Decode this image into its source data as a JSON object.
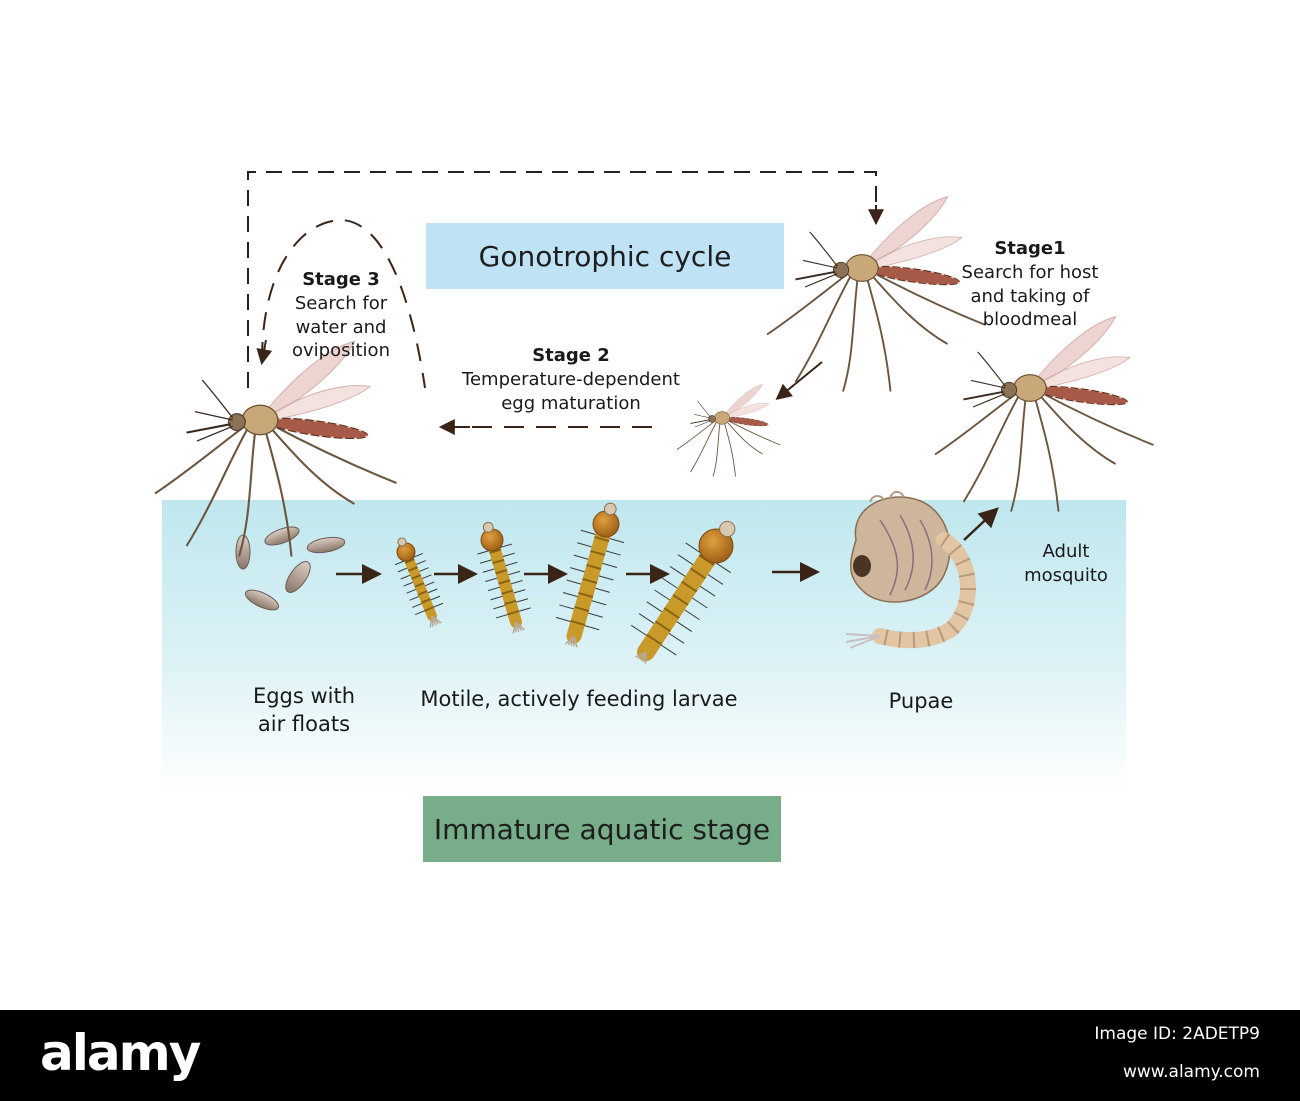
{
  "diagram": {
    "gonotrophic_title": "Gonotrophic cycle",
    "aquatic_title": "Immature aquatic stage",
    "stage1": {
      "heading": "Stage1",
      "line1": "Search for host",
      "line2": "and taking of",
      "line3": "bloodmeal"
    },
    "stage2": {
      "heading": "Stage 2",
      "line1": "Temperature-dependent",
      "line2": "egg maturation"
    },
    "stage3": {
      "heading": "Stage 3",
      "line1": "Search for",
      "line2": "water and",
      "line3": "oviposition"
    },
    "eggs": {
      "line1": "Eggs with",
      "line2": "air floats"
    },
    "larvae": "Motile, actively feeding larvae",
    "pupae": "Pupae",
    "adult": {
      "line1": "Adult",
      "line2": "mosquito"
    },
    "colors": {
      "gonotrophic_box": "#bfe3f4",
      "aquatic_box": "#77ad88",
      "water_top": "#c2e8ef",
      "arrow": "#3a2418"
    }
  },
  "footer": {
    "brand": "alamy",
    "image_id": "Image ID: 2ADETP9",
    "site": "www.alamy.com"
  }
}
